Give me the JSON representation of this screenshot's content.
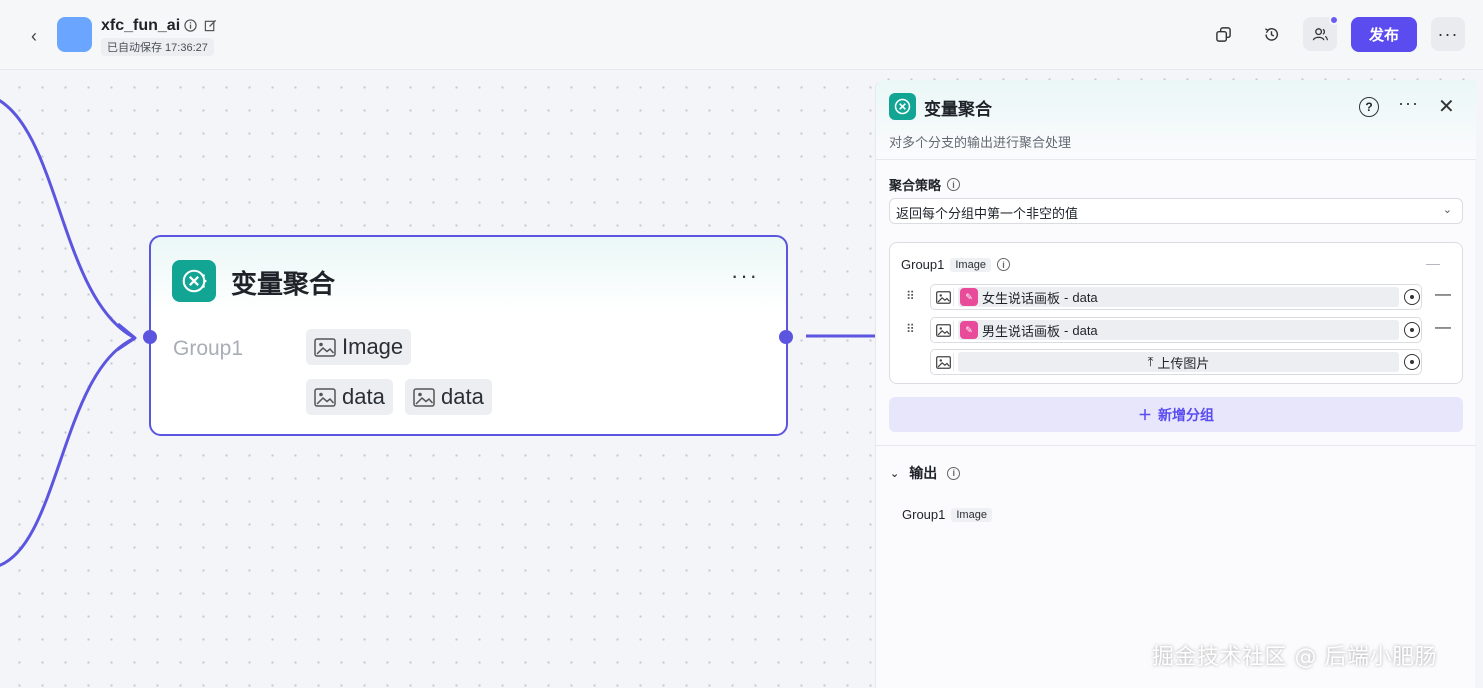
{
  "header": {
    "app_name": "xfc_fun_ai",
    "save_status": "已自动保存 17:36:27",
    "publish_label": "发布",
    "more_label": "···"
  },
  "canvas_node": {
    "title": "变量聚合",
    "more_label": "···",
    "group_label": "Group1",
    "chips": [
      "Image",
      "data",
      "data"
    ]
  },
  "panel": {
    "title": "变量聚合",
    "description": "对多个分支的输出进行聚合处理",
    "more_label": "···",
    "close_label": "✕",
    "help_label": "?",
    "strategy": {
      "label": "聚合策略",
      "value": "返回每个分组中第一个非空的值"
    },
    "group": {
      "name": "Group1",
      "type_tag": "Image",
      "collapse_label": "—",
      "items": [
        {
          "source": "女生说话画板",
          "separator": " - ",
          "field": "data"
        },
        {
          "source": "男生说话画板",
          "separator": " - ",
          "field": "data"
        }
      ],
      "upload_label": "上传图片"
    },
    "add_group_label": "新增分组",
    "output": {
      "label": "输出",
      "name": "Group1",
      "type_tag": "Image"
    }
  },
  "watermark": "掘金技术社区 @ 后端小肥肠",
  "colors": {
    "accent": "#5b4cf0",
    "edge": "#5b55e0",
    "node_icon": "#13a594",
    "ref_icon": "#e84b9a",
    "app_icon": "#6aa6ff"
  }
}
